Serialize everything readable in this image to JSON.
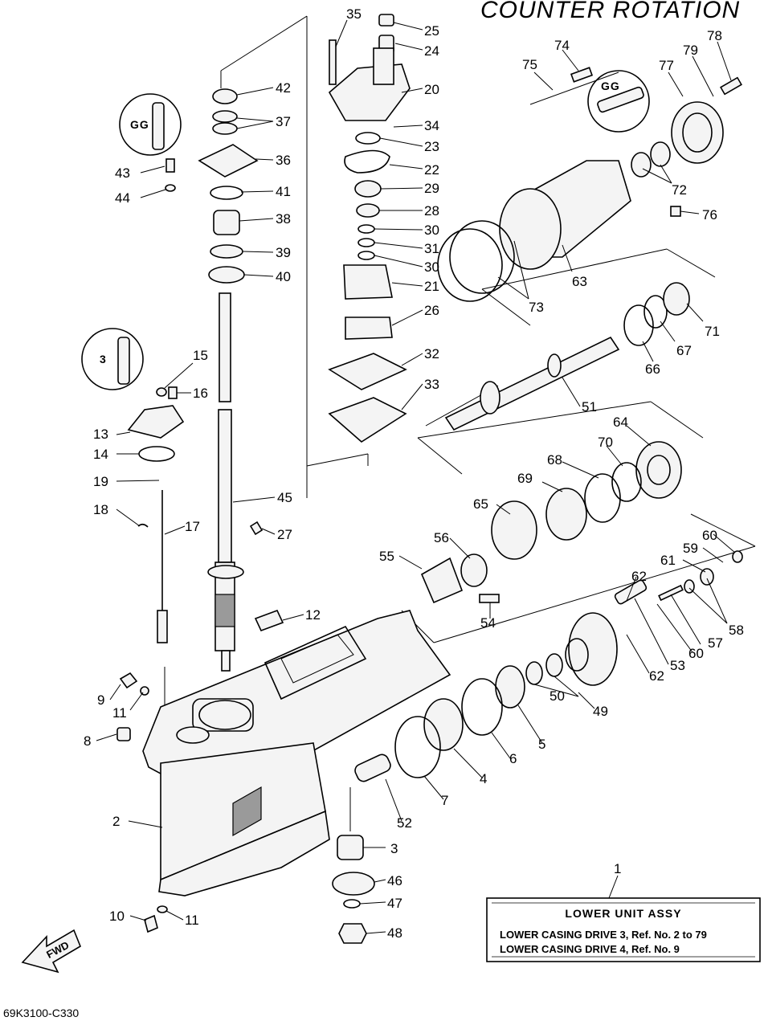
{
  "title": "COUNTER ROTATION",
  "drawing_code": "69K3100-C330",
  "fwd_label": "FWD",
  "grease_symbol": "GG",
  "loctite_symbol": "3",
  "assembly_box": {
    "ref": "1",
    "title": "LOWER UNIT ASSY",
    "line1": "LOWER CASING DRIVE 3, Ref. No. 2 to 79",
    "line2": "LOWER CASING DRIVE 4, Ref. No. 9"
  },
  "callouts": {
    "c35": "35",
    "c25": "25",
    "c24": "24",
    "c20": "20",
    "c34": "34",
    "c23": "23",
    "c22": "22",
    "c29": "29",
    "c28": "28",
    "c30a": "30",
    "c31": "31",
    "c30b": "30",
    "c21": "21",
    "c26": "26",
    "c32": "32",
    "c33": "33",
    "c42": "42",
    "c37": "37",
    "c36": "36",
    "c43": "43",
    "c44": "44",
    "c41": "41",
    "c38": "38",
    "c39": "39",
    "c40": "40",
    "c15": "15",
    "c16": "16",
    "c13": "13",
    "c14": "14",
    "c19": "19",
    "c18": "18",
    "c17": "17",
    "c45": "45",
    "c27": "27",
    "c12": "12",
    "c9": "9",
    "c11a": "11",
    "c8": "8",
    "c2": "2",
    "c10": "10",
    "c11b": "11",
    "c74": "74",
    "c75": "75",
    "c78": "78",
    "c79": "79",
    "c77": "77",
    "c72": "72",
    "c76": "76",
    "c63": "63",
    "c73": "73",
    "c71": "71",
    "c67": "67",
    "c66": "66",
    "c51": "51",
    "c64": "64",
    "c70": "70",
    "c68": "68",
    "c69": "69",
    "c65": "65",
    "c56": "56",
    "c55": "55",
    "c54": "54",
    "c60a": "60",
    "c59": "59",
    "c61": "61",
    "c62a": "62",
    "c58": "58",
    "c57": "57",
    "c60b": "60",
    "c53": "53",
    "c62b": "62",
    "c49": "49",
    "c50": "50",
    "c5": "5",
    "c6": "6",
    "c4": "4",
    "c7": "7",
    "c52": "52",
    "c3": "3",
    "c46": "46",
    "c47": "47",
    "c48": "48",
    "c1": "1"
  }
}
